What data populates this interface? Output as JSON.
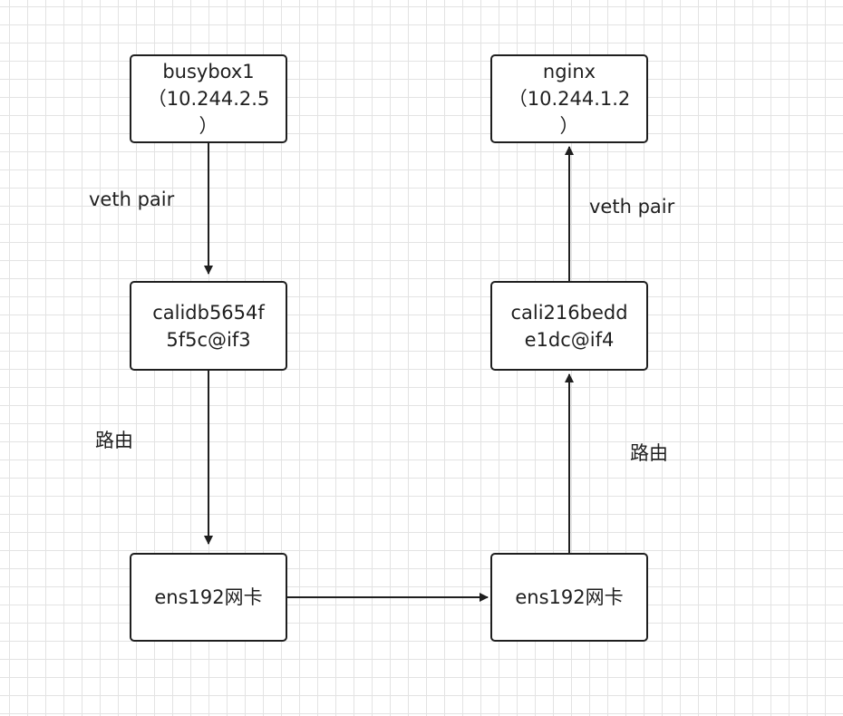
{
  "diagram": {
    "nodes": {
      "busybox": "busybox1\n（10.244.2.5\n）",
      "nginx": "nginx\n（10.244.1.2\n）",
      "cali_left": "calidb5654f\n5f5c@if3",
      "cali_right": "cali216bedd\ne1dc@if4",
      "ens_left": "ens192网卡",
      "ens_right": "ens192网卡"
    },
    "edge_labels": {
      "veth_left": "veth pair",
      "veth_right": "veth pair",
      "route_left": "路由",
      "route_right": "路由"
    },
    "colors": {
      "stroke": "#1f1f1f",
      "grid": "#e3e3e3",
      "background": "#ffffff"
    }
  }
}
